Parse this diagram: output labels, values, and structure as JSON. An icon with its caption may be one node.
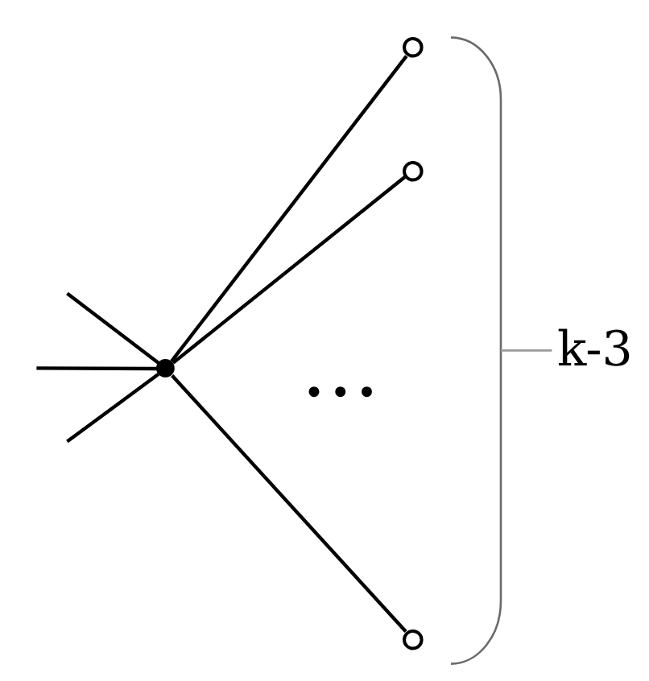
{
  "diagram": {
    "nodes": [
      {
        "text": [],
        "shape": "dot"
      },
      {
        "text": [],
        "shape": "circle"
      },
      {
        "text": [],
        "shape": "circle"
      },
      {
        "text": [],
        "shape": "circle"
      }
    ],
    "edges": [
      {
        "from": 0,
        "to": 1,
        "arrow": "none"
      },
      {
        "from": 0,
        "to": 2,
        "arrow": "none"
      },
      {
        "from": 0,
        "to": 3,
        "arrow": "none"
      },
      {
        "from": null,
        "to": 0,
        "arrow": "none"
      },
      {
        "from": null,
        "to": 0,
        "arrow": "none"
      },
      {
        "from": null,
        "to": 0,
        "arrow": "none"
      }
    ],
    "labels": [
      "...",
      "k-3"
    ]
  }
}
